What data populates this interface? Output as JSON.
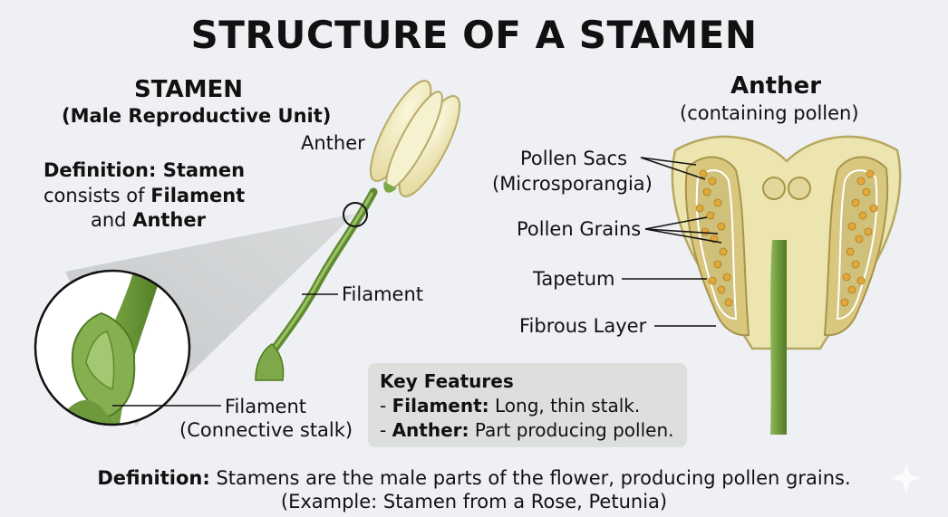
{
  "title": "STRUCTURE OF A STAMEN",
  "left": {
    "heading": "STAMEN",
    "subheading": "(Male Reproductive Unit)",
    "definition": {
      "line1_bold": "Definition: Stamen",
      "line2_pre": "consists of ",
      "line2_bold": "Filament",
      "line3_pre": "and ",
      "line3_bold": "Anther"
    }
  },
  "labels": {
    "anther": "Anther",
    "filament": "Filament",
    "filament_zoom": "Filament",
    "filament_zoom_sub": "(Connective stalk)"
  },
  "right": {
    "heading": "Anther",
    "subheading": "(containing pollen)",
    "parts": {
      "pollen_sacs": "Pollen Sacs",
      "pollen_sacs_sub": "(Microsporangia)",
      "pollen_grains": "Pollen Grains",
      "tapetum": "Tapetum",
      "fibrous_layer": "Fibrous Layer"
    }
  },
  "key_features": {
    "title": "Key Features",
    "item1_prefix": "- ",
    "item1_bold": "Filament:",
    "item1_text": " Long, thin stalk.",
    "item2_prefix": "- ",
    "item2_bold": "Anther:",
    "item2_text": " Part producing pollen."
  },
  "footer": {
    "line1_bold": "Definition:",
    "line1_text": " Stamens are the male parts of the flower, producing pollen grains.",
    "line2": "(Example: Stamen from a Rose, Petunia)"
  },
  "colors": {
    "stalk_green": "#6f9a3c",
    "anther_cream": "#f2ecc0",
    "pollen_orange": "#e0a93c"
  }
}
